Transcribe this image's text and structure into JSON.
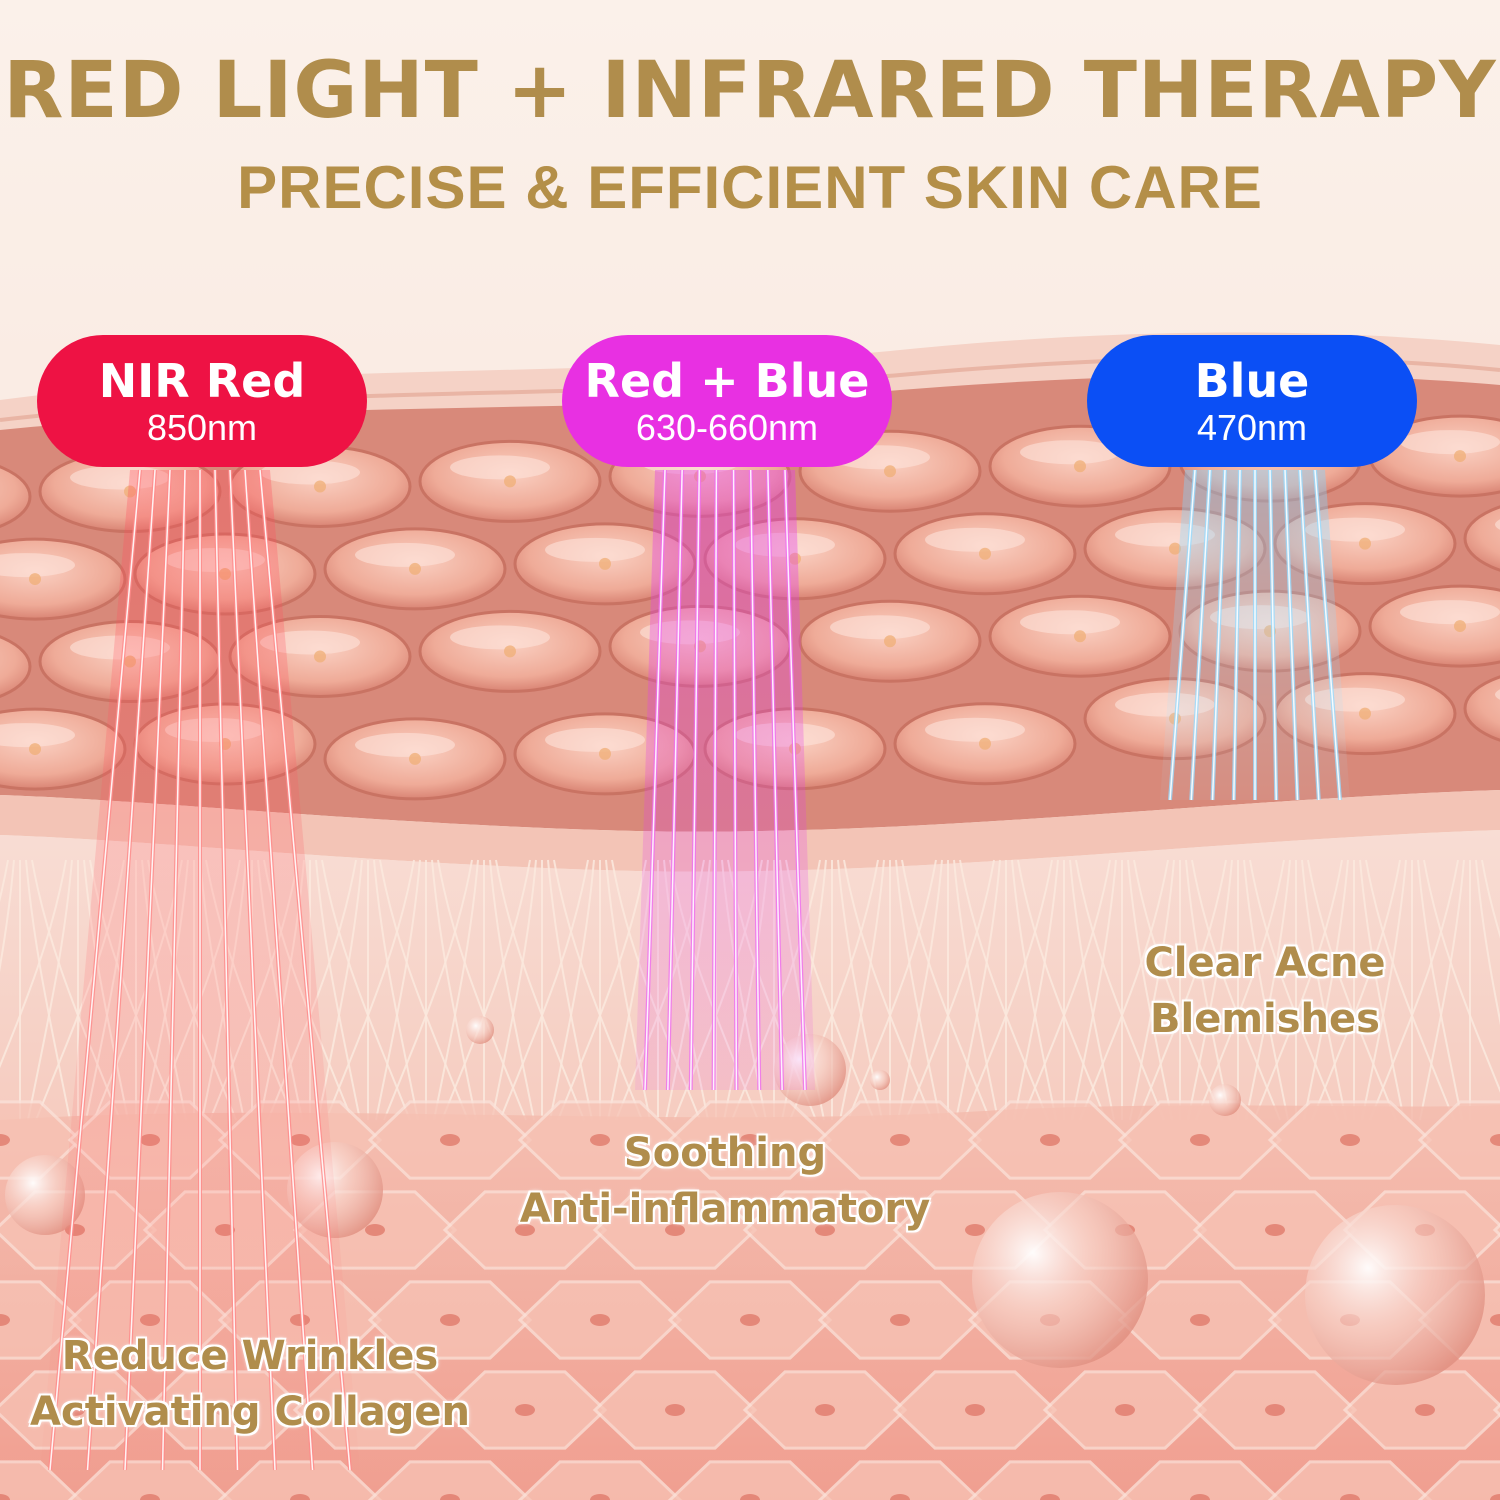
{
  "header": {
    "title": "RED LIGHT + INFRARED THERAPY",
    "subtitle": "PRECISE & EFFICIENT SKIN CARE"
  },
  "modes": [
    {
      "name": "NIR Red",
      "wavelength": "850nm",
      "color": "#ee1244"
    },
    {
      "name": "Red + Blue",
      "wavelength": "630-660nm",
      "color": "#e830e2"
    },
    {
      "name": "Blue",
      "wavelength": "470nm",
      "color": "#0b4ff5"
    }
  ],
  "benefits": [
    {
      "line1": "Reduce Wrinkles",
      "line2": "Activating Collagen"
    },
    {
      "line1": "Soothing",
      "line2": "Anti-inflammatory"
    },
    {
      "line1": "Clear Acne",
      "line2": "Blemishes"
    }
  ],
  "colors": {
    "accent_gold": "#b08d4c",
    "skin": "#f2b8a8"
  }
}
